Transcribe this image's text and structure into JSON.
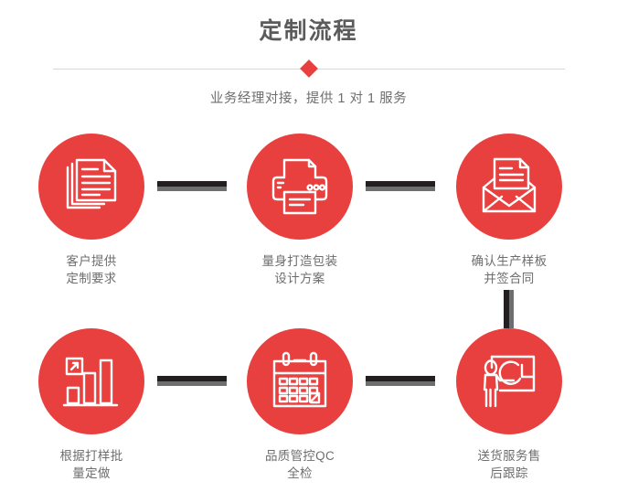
{
  "header": {
    "title": "定制流程",
    "subtitle": "业务经理对接，提供 1 对 1 服务",
    "diamond_color": "#e8403f",
    "rule_color": "#d8d8d8",
    "title_color": "#5b5b5b"
  },
  "theme": {
    "accent": "#e8403f",
    "connector_dark": "#231f20",
    "connector_gray": "#6d6e70",
    "label_color": "#6e6e6e",
    "background": "#ffffff"
  },
  "flow": {
    "steps": [
      {
        "index": "1",
        "icon": "documents-stack-icon",
        "label_line1": "客户提供",
        "label_line2": "定制要求"
      },
      {
        "index": "2",
        "icon": "printer-icon",
        "label_line1": "量身打造包装",
        "label_line2": "设计方案"
      },
      {
        "index": "3",
        "icon": "envelope-document-icon",
        "label_line1": "确认生产样板",
        "label_line2": "并签合同"
      },
      {
        "index": "4",
        "icon": "bar-chart-growth-icon",
        "label_line1": "根据打样批",
        "label_line2": "量定做"
      },
      {
        "index": "5",
        "icon": "calendar-icon",
        "label_line1": "品质管控QC",
        "label_line2": "全检"
      },
      {
        "index": "6",
        "icon": "presentation-person-icon",
        "label_line1": "送货服务售",
        "label_line2": "后跟踪"
      }
    ]
  }
}
